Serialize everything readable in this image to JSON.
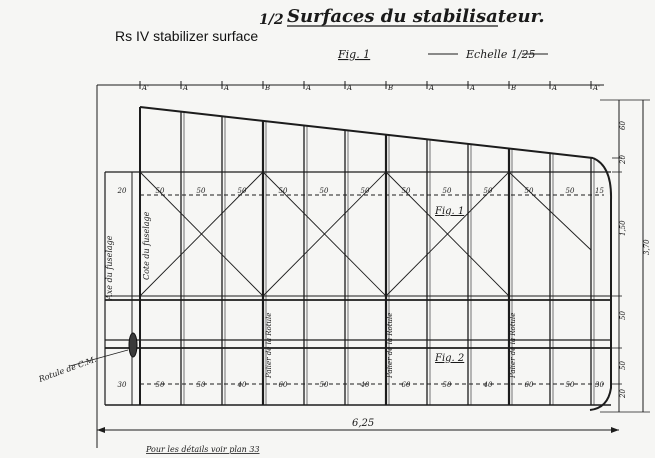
{
  "caption": "Rs IV stabilizer surface",
  "drawing": {
    "title_fraction": "1/2",
    "title": "Surfaces du stabilisateur.",
    "fig1_label": "Fig. 1",
    "scale_label": "Echelle 1/25",
    "top_station_labels": [
      "A'",
      "A",
      "A",
      "B",
      "A",
      "A",
      "B",
      "A",
      "A",
      "B",
      "A",
      "A'"
    ],
    "row1_dims": [
      "20",
      "50",
      "50",
      "50",
      "50",
      "50",
      "50",
      "50",
      "50",
      "50",
      "50",
      "50",
      "15"
    ],
    "row2_dims": [
      "30",
      "50",
      "50",
      "40",
      "60",
      "50",
      "40",
      "60",
      "50",
      "40",
      "60",
      "50",
      "30"
    ],
    "right_dims": [
      "60",
      "20",
      "1,50",
      "50",
      "3,70",
      "50",
      "20"
    ],
    "fig_ref_1": "Fig. 1",
    "fig_ref_2": "Fig. 2",
    "left_vertical_text_1": "Axe du fuselage",
    "left_vertical_text_2": "Cote du fuselage",
    "spar_label_1": "Palier de la Rotule",
    "spar_label_2": "Palier de la Rotule",
    "spar_label_3": "Palier de la Rotule",
    "hinge_label": "Rotule de C.M.",
    "total_span": "6,25",
    "footer_note": "Pour les détails voir plan 33"
  }
}
